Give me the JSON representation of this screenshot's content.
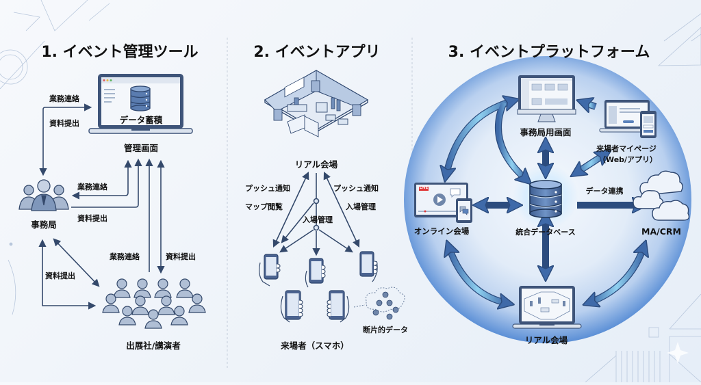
{
  "colors": {
    "ink": "#34496b",
    "accent": "#4a78b8",
    "circle_light": "#e8f0fa",
    "circle_edge": "#5b8fd6",
    "background": "#f3f6fb"
  },
  "sections": [
    {
      "title": "1. イベント管理ツール",
      "nodes": {
        "admin_screen": {
          "label": "管理画面",
          "inner_label": "データ蓄積",
          "icon": "laptop-database-icon"
        },
        "office": {
          "label": "事務局",
          "icon": "staff-group-icon"
        },
        "exhibitors": {
          "label": "出展社/講演者",
          "icon": "crowd-icon"
        }
      },
      "edge_labels": {
        "office_to_admin_top": "業務連絡",
        "office_to_admin_bottom": "資料提出",
        "admin_to_office": "業務連絡",
        "office_to_admin_mid": "資料提出",
        "exhibitors_to_admin": "業務連絡",
        "admin_to_exhibitors": "資料提出",
        "exhibitors_office": "資料提出"
      }
    },
    {
      "title": "2. イベントアプリ",
      "nodes": {
        "venue": {
          "label": "リアル会場",
          "icon": "isometric-venue-icon"
        },
        "visitors": {
          "label": "来場者（スマホ）",
          "icon": "smartphone-hand-icon"
        },
        "fragmented": {
          "label": "断片的データ",
          "icon": "data-cloud-icon"
        }
      },
      "edge_labels": {
        "left_push": "プッシュ通知",
        "left_map": "マップ閲覧",
        "center_entry": "入場管理",
        "right_push": "プッシュ通知",
        "right_entry": "入場管理"
      }
    },
    {
      "title": "3. イベントプラットフォーム",
      "nodes": {
        "admin_screen": {
          "label": "事務局用画面",
          "icon": "monitor-dashboard-icon"
        },
        "mypage": {
          "label": "来場者マイページ",
          "sublabel": "（Web/アプリ）",
          "icon": "laptop-phone-icon"
        },
        "online": {
          "label": "オンライン会場",
          "badge": "LIVE",
          "icon": "live-stream-icon"
        },
        "database": {
          "label": "統合データベース",
          "icon": "database-icon"
        },
        "macrm": {
          "label": "MA/CRM",
          "icon": "cloud-icon"
        },
        "venue": {
          "label": "リアル会場",
          "icon": "laptop-venue-icon"
        }
      },
      "edge_labels": {
        "db_to_macrm": "データ連携"
      }
    }
  ]
}
